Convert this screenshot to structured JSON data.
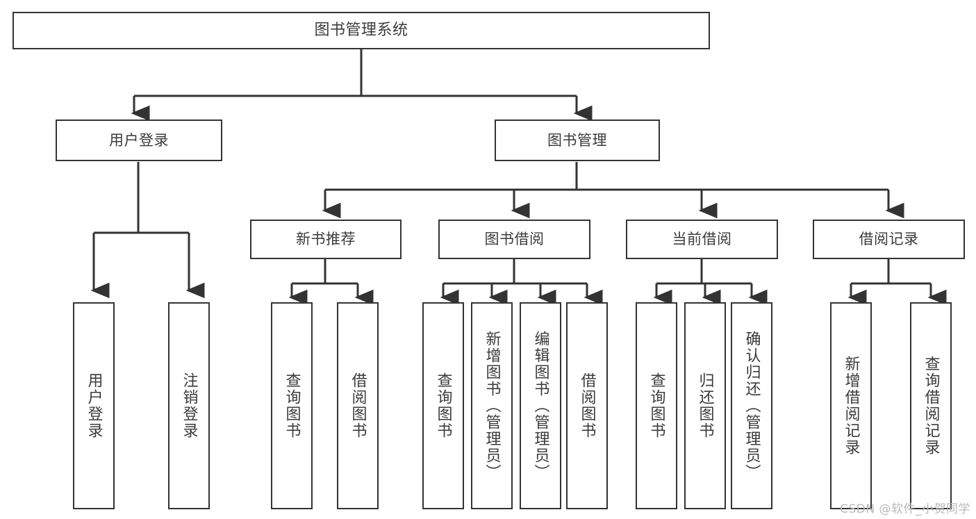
{
  "diagram": {
    "title": "图书管理系统",
    "type": "hierarchy-tree",
    "root": {
      "label": "图书管理系统"
    },
    "level2": [
      {
        "label": "用户登录"
      },
      {
        "label": "图书管理"
      }
    ],
    "level3": [
      {
        "label": "新书推荐"
      },
      {
        "label": "图书借阅"
      },
      {
        "label": "当前借阅"
      },
      {
        "label": "借阅记录"
      }
    ],
    "leaves": {
      "user_login": [
        {
          "label": "用户登录"
        },
        {
          "label": "注销登录"
        }
      ],
      "new_book_recommend": [
        {
          "label": "查询图书"
        },
        {
          "label": "借阅图书"
        }
      ],
      "book_borrow": [
        {
          "label": "查询图书"
        },
        {
          "label": "新增图书（管理员）"
        },
        {
          "label": "编辑图书（管理员）"
        },
        {
          "label": "借阅图书"
        }
      ],
      "current_borrow": [
        {
          "label": "查询图书"
        },
        {
          "label": "归还图书"
        },
        {
          "label": "确认归还（管理员）"
        }
      ],
      "borrow_record": [
        {
          "label": "新增借阅记录"
        },
        {
          "label": "查询借阅记录"
        }
      ]
    }
  },
  "watermark": {
    "text": "CSDN @软件_小贺同学"
  },
  "colors": {
    "stroke": "#333333",
    "text": "#3b3b3b",
    "background": "#ffffff",
    "watermark": "#b9b9b9"
  }
}
